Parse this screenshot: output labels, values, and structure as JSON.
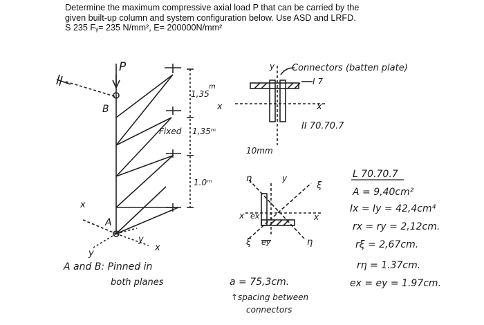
{
  "problem": {
    "line1": "Determine the maximum compressive axial load P that can be carried by the",
    "line2": "given built-up column and system configuration below. Use ASD and LRFD.",
    "line3": "S 235  Fᵧ= 235 N/mm², E= 200000N/mm²"
  },
  "column_sketch": {
    "load_label": "P",
    "support_top": "B",
    "support_bottom": "A",
    "dim_top": "1,35",
    "dim_top_unit": "m",
    "fixed_label": "Fixed",
    "dim_mid": "1,35ᵐ",
    "dim_bottom": "1.0ᵐ",
    "axis_x": "x",
    "axis_y": "y",
    "support_note_1": "A and B: Pinned in",
    "support_note_2": "both planes"
  },
  "section_sketch": {
    "connectors_label": "Connectors (batten plate)",
    "plate_label": "Ⅰ 7",
    "axis_y": "y",
    "axis_x": "x",
    "profile": "ⅠⅠ 70.70.7",
    "gap": "10mm"
  },
  "angle_sketch": {
    "eta": "η",
    "xi": "ξ",
    "ex": "ex",
    "ey": "ey",
    "spacing": "a = 75,3cm.",
    "spacing_note_1": "↑spacing between",
    "spacing_note_2": "connectors"
  },
  "properties": {
    "title": "L 70.70.7",
    "area": "A = 9,40cm²",
    "inertia": "Ix = Iy = 42,4cm⁴",
    "radius_xy": "rx = ry = 2,12cm.",
    "radius_xi": "rξ = 2,67cm.",
    "radius_eta": "rη = 1.37cm.",
    "eccentricity": "ex = ey = 1.97cm."
  }
}
